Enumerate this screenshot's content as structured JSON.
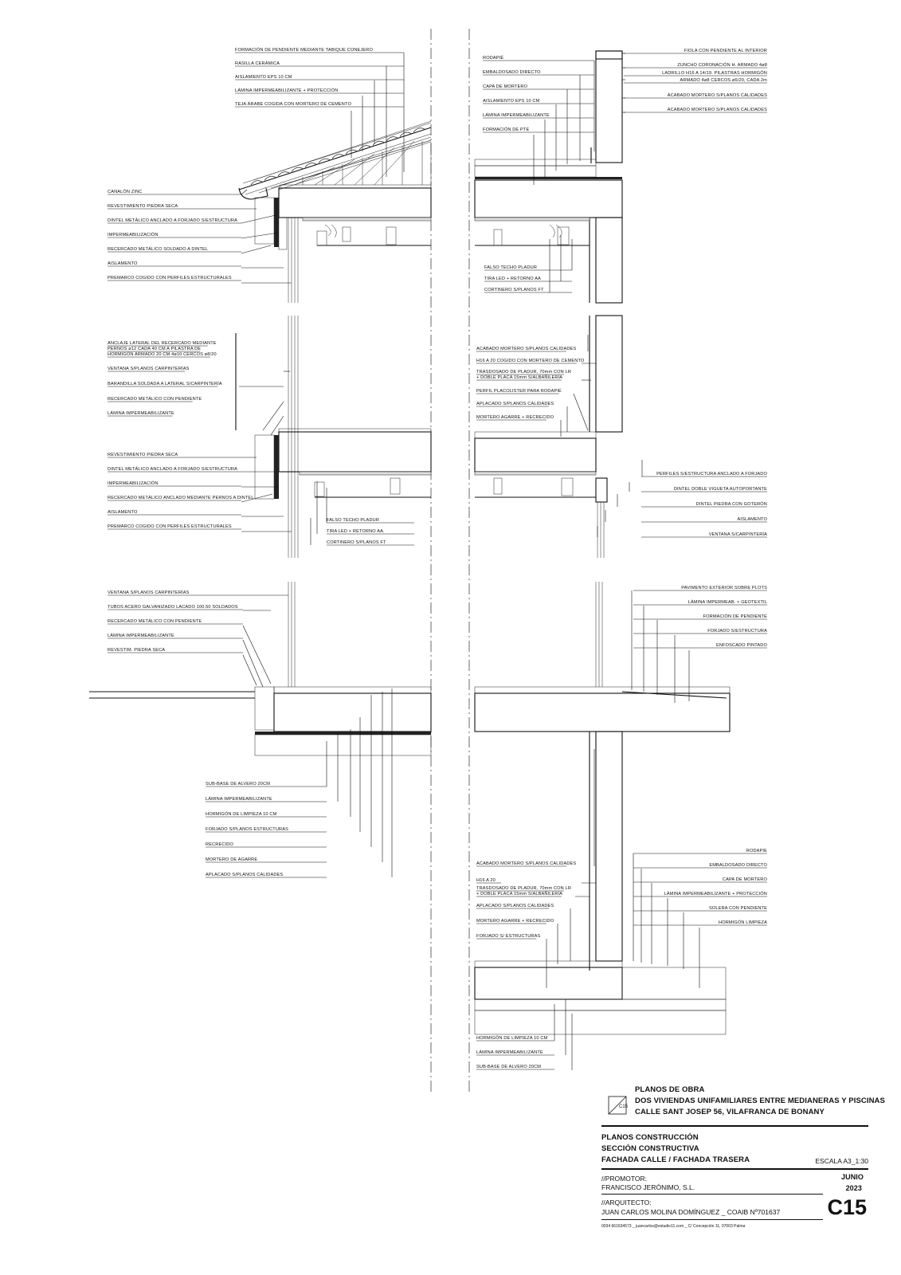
{
  "labels": {
    "roof_top": [
      "FORMACIÓN DE PENDIENTE MEDIANTE TABIQUE CONEJERO",
      "RASILLA CERÁMICA",
      "AISLAMIENTO EPS 10 CM",
      "LÁMINA IMPERMEABILIZANTE + PROTECCIÓN",
      "TEJA ÁRABE COGIDA CON MORTERO DE CEMENTO"
    ],
    "roof_left": [
      "CANALÓN ZINC",
      "REVESTIMIENTO PIEDRA SECA",
      "DINTEL METÁLICO ANCLADO A FORJADO S/ESTRUCTURA",
      "IMPERMEABILIZACIÓN",
      "RECERCADO METÁLICO SOLDADO A DINTEL",
      "AISLAMENTO",
      "PREMARCO COGIDO CON PERFILES ESTRUCTURALES"
    ],
    "terrace_left": [
      "RODAPIÉ",
      "EMBALDOSADO DIRECTO",
      "CAPA DE MORTERO",
      "AISLAMIENTO EPS 10 CM",
      "LÁMINA IMPERMEABILIZANTE",
      "FORMACIÓN DE PTE"
    ],
    "terrace_right": [
      "FIOLA CON PENDIENTE AL INTERIOR",
      "ZUNCHO CORONACIÓN H. ARMADO 4ø8",
      "LADRILLO H16 A 14/19. PILASTRAS HORMIGÓN",
      "ARMADO 4ø8 CERCOS ø6/20, CADA 2m",
      "ACABADO MORTERO S/PLANOS CALIDADES",
      "ACABADO MORTERO S/PLANOS CALIDADES"
    ],
    "terrace_bottom": [
      "FALSO TECHO PLADUR",
      "TIRA LED + RETORNO AA",
      "CORTINERO S/PLANOS FT"
    ],
    "mid_left_top": [
      "ANCLAJE LATERAL DEL RECERCADO MEDIANTE",
      "PERNOS ø12 CADA 40 CM A PILASTRA DE",
      "HORMIGÓN ARMADO 20 CM 4ø10 CERCOS ø8/20",
      "VENTANA S/PLANOS CARPINTERÍAS",
      "BARANDILLA SOLDADA A LATERAL S/CARPINTERÍA",
      "RECERCADO METÁLICO CON PENDIENTE",
      "LÁMINA IMPERMEABILIZANTE"
    ],
    "mid_left_bottom": [
      "REVESTIMIENTO PIEDRA SECA",
      "DINTEL METÁLICO ANCLADO A FORJADO S/ESTRUCTURA",
      "IMPERMEABILIZACIÓN",
      "RECERCADO METÁLICO ANCLADO MEDIANTE PERNOS A DINTEL",
      "AISLAMENTO",
      "PREMARCO COGIDO CON PERFILES ESTRUCTURALES"
    ],
    "mid_center": [
      "FALSO TECHO PLADUR",
      "TIRA LED + RETORNO AA.",
      "CORTINERO S/PLANOS FT"
    ],
    "mid_right_left": [
      "ACABADO MORTERO S/PLANOS CALIDADES",
      "H16 A 20 COGIDO CON MORTERO DE CEMENTO",
      "TRASDOSADO DE PLADUR, 70mm CON LR",
      "+ DOBLE PLACA 15mm S/ALBAÑILERÍA",
      "PERFIL PLACOLISTER PARA RODAPIÉ",
      "APLACADO S/PLANOS CALIDADES",
      "MORTERO AGARRE + RECRECIDO"
    ],
    "mid_right_right": [
      "PERFILES S/ESTRUCTURA ANCLADO A FORJADO",
      "DINTEL DOBLE VIGUETA AUTOPORTANTE",
      "DINTEL PIEDRA CON GOTERÓN",
      "AISLAMENTO",
      "VENTANA S/CARPINTERÍA"
    ],
    "low_left_top": [
      "VENTANA S/PLANOS CARPINTERÍAS",
      "TUBOS ACERO GALVANIZADO LACADO 100.50 SOLDADOS",
      "RECERCADO METÁLICO CON PENDIENTE",
      "LÁMINA IMPERMEABILIZANTE",
      "REVESTIM. PIEDRA SECA"
    ],
    "low_left_bottom": [
      "SUB-BASE DE ALVERO 20CM",
      "LÁMINA IMPERMEABILIZANTE",
      "HORMIGÓN DE LIMPIEZA 10 CM",
      "FORJADO S/PLANOS ESTRUCTURAS",
      "RECRECIDO",
      "MORTERO DE AGARRE",
      "APLACADO S/PLANOS CALIDADES"
    ],
    "low_right_top": [
      "PAVIMENTO EXTERIOR SOBRE PLOTS",
      "LÁMINA IMPERMEAB. + GEOTEXTIL",
      "FORMACIÓN DE PENDIENTE",
      "FORJADO S/ESTRUCTURA",
      "ENFOSCADO PINTADO"
    ],
    "low_right_mid": [
      "ACABADO MORTERO S/PLANOS CALIDADES",
      "H16 A 20",
      "TRASDOSADO DE PLADUR, 70mm CON LR",
      "+ DOBLE PLACA 15mm S/ALBAÑILERÍA",
      "APLACADO S/PLANOS CALIDADES",
      "MORTERO AGARRE + RECRECIDO",
      "FORJADO S/ ESTRUCTURAS"
    ],
    "low_right_right": [
      "RODAPIE",
      "EMBALDOSADO DIRECTO",
      "CAPA DE MORTERO",
      "LÁMINA IMPERMEABILIZANTE + PROTECCIÓN",
      "SOLERA CON PENDIENTE",
      "HORMIGÓN LIMPIEZA"
    ],
    "low_right_bottom": [
      "HORMIGÓN DE LIMPIEZA 10 CM",
      "LÁMINA IMPERMEABILIZANTE",
      "SUB-BASE DE ALVERO 20CM"
    ]
  },
  "title_block": {
    "sheet_code_small": "C15",
    "heading": "PLANOS DE OBRA",
    "project_line1": "DOS VIVIENDAS UNIFAMILIARES ENTRE MEDIANERAS Y PISCINAS",
    "project_line2": "CALLE SANT JOSEP 56, VILAFRANCA DE BONANY",
    "section1": "PLANOS CONSTRUCCIÓN",
    "section2": "SECCIÓN CONSTRUCTIVA",
    "section3": "FACHADA CALLE / FACHADA TRASERA",
    "scale": "ESCALA A3_1:30",
    "promotor_label": "//PROMOTOR:",
    "promotor": "FRANCISCO JERÓNIMO, S.L.",
    "architect_label": "//ARQUITECTO:",
    "architect": "JUAN CARLOS MOLINA DOMÍNGUEZ _ COAIB Nº701637",
    "month": "JUNIO",
    "year": "2023",
    "sheet_code": "C15",
    "contact": "0034 661634573 _ juancarlos@estudio11.com _ C/ Concepción 11, 07003 Palma"
  }
}
